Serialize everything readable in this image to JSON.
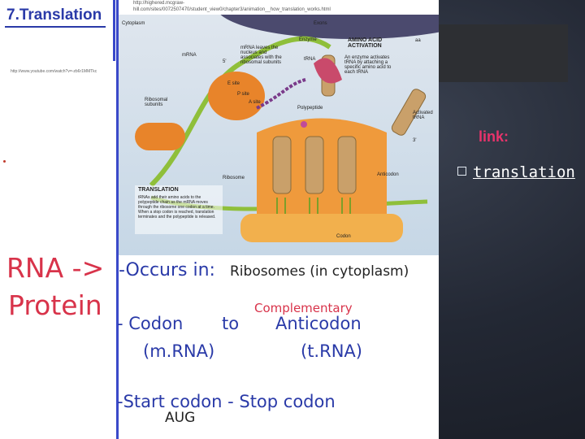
{
  "slide": {
    "link_heading": "link:",
    "bullet_link_text": "translation"
  },
  "whiteboard": {
    "title": "7.Translation",
    "url_small": "http://www.youtube.com/watch?v=-zb6r1MMTkc",
    "url_top_line1": "http://highered.mcgraw-",
    "url_top_line2": "hill.com/sites/0072507470/student_view0/chapter3/animation__how_translation_works.html",
    "rna_protein_line1": "RNA ->",
    "rna_protein_line2": "Protein",
    "occurs_in_label": "-Occurs in:",
    "occurs_in_value": "Ribosomes (in cytoplasm)",
    "complementary": "Complementary",
    "codon_line": "- Codon",
    "to_word": "to",
    "anticodon": "Anticodon",
    "mrna": "(m.RNA)",
    "trna": "(t.RNA)",
    "start_stop": "-Start codon - Stop codon",
    "aug": "AUG"
  },
  "diagram": {
    "labels": {
      "cytoplasm": "Cytoplasm",
      "exons": "Exons",
      "enzyme": "Enzyme",
      "amino_acid_activation": "AMINO ACID ACTIVATION",
      "aa": "aa",
      "mrna": "mRNA",
      "five_prime": "5'",
      "trna": "tRNA",
      "mrna_note": "mRNA leaves the nucleus and associates with the ribosomal subunits",
      "enzyme_note": "An enzyme activates tRNA by attaching a specific amino acid to each tRNA",
      "e_site": "E site",
      "p_site": "P site",
      "a_site": "A site",
      "ribosomal_subunits": "Ribosomal subunits",
      "polypeptide": "Polypeptide",
      "activated_trna": "Activated tRNA",
      "three_prime": "3'",
      "anticodon": "Anticodon",
      "ribosome": "Ribosome",
      "translation_heading": "TRANSLATION",
      "translation_note": "tRNAs add their amino acids to the polypeptide chain as the mRNA moves through the ribosome one codon at a time. When a stop codon is reached, translation terminates and the polypeptide is released.",
      "codon": "Codon"
    },
    "colors": {
      "ribosome": "#e8842a",
      "trna": "#c9a06a",
      "mrna": "#8fbf3a",
      "nucleus": "#4b4a6e"
    }
  }
}
